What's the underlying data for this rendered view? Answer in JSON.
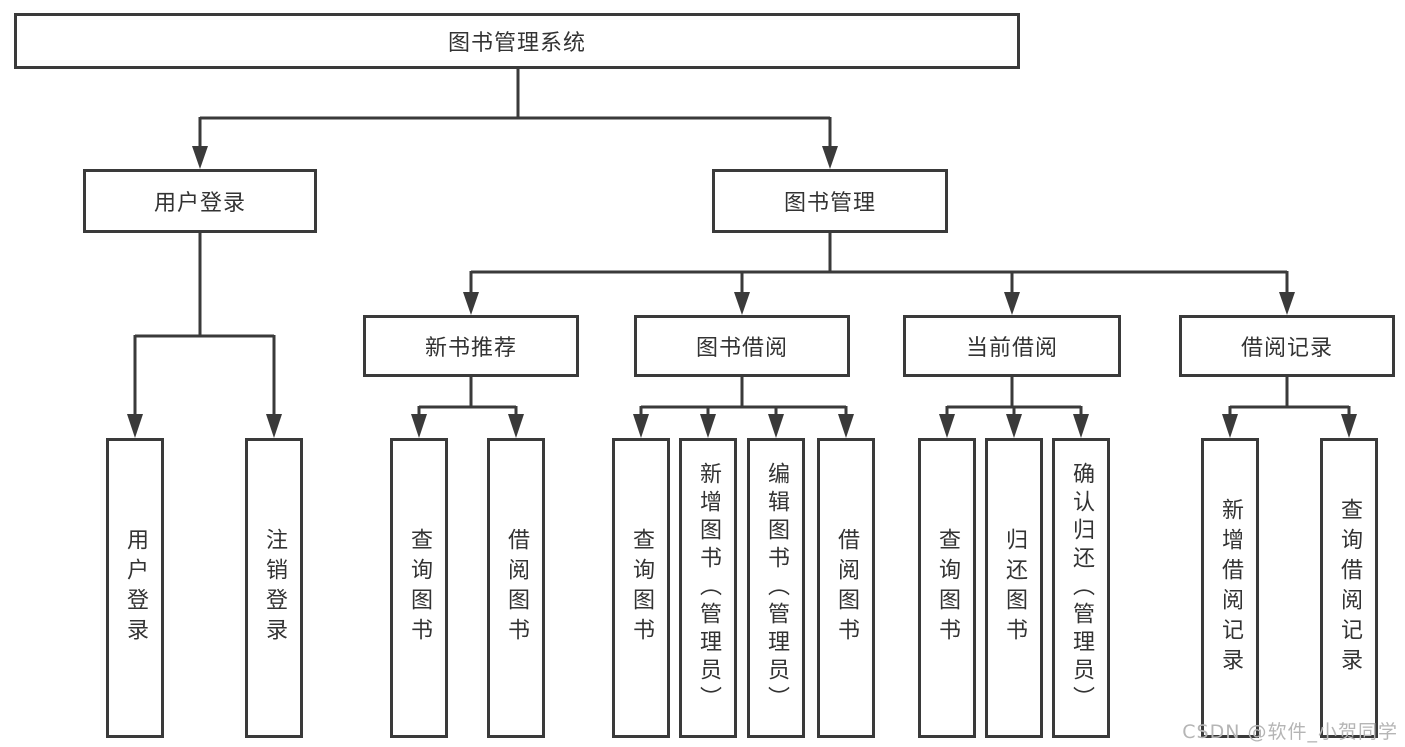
{
  "diagram": {
    "title": "图书管理系统",
    "root": {
      "label": "图书管理系统"
    },
    "level2": {
      "user_login": {
        "label": "用户登录"
      },
      "book_management": {
        "label": "图书管理"
      }
    },
    "level3": {
      "new_book_recommend": {
        "label": "新书推荐"
      },
      "book_borrow": {
        "label": "图书借阅"
      },
      "current_borrow": {
        "label": "当前借阅"
      },
      "borrow_records": {
        "label": "借阅记录"
      }
    },
    "leaves": {
      "user_login": {
        "label": "用户登录",
        "parent": "用户登录"
      },
      "logout": {
        "label": "注销登录",
        "parent": "用户登录"
      },
      "nb_query_books": {
        "label": "查询图书",
        "parent": "新书推荐"
      },
      "nb_borrow_books": {
        "label": "借阅图书",
        "parent": "新书推荐"
      },
      "bb_query_books": {
        "label": "查询图书",
        "parent": "图书借阅"
      },
      "bb_add_books": {
        "label": "新增图书（管理员）",
        "parent": "图书借阅"
      },
      "bb_edit_books": {
        "label": "编辑图书（管理员）",
        "parent": "图书借阅"
      },
      "bb_borrow_books": {
        "label": "借阅图书",
        "parent": "图书借阅"
      },
      "cb_query_books": {
        "label": "查询图书",
        "parent": "当前借阅"
      },
      "cb_return_books": {
        "label": "归还图书",
        "parent": "当前借阅"
      },
      "cb_confirm_return": {
        "label": "确认归还（管理员）",
        "parent": "当前借阅"
      },
      "br_add_record": {
        "label": "新增借阅记录",
        "parent": "借阅记录"
      },
      "br_query_record": {
        "label": "查询借阅记录",
        "parent": "借阅记录"
      }
    }
  },
  "watermark": {
    "text": "CSDN @软件_小贺同学"
  },
  "colors": {
    "line": "#3a3a3a",
    "box_border": "#3a3a3a",
    "text": "#333333",
    "watermark": "#b5b5b5",
    "background": "#ffffff"
  }
}
